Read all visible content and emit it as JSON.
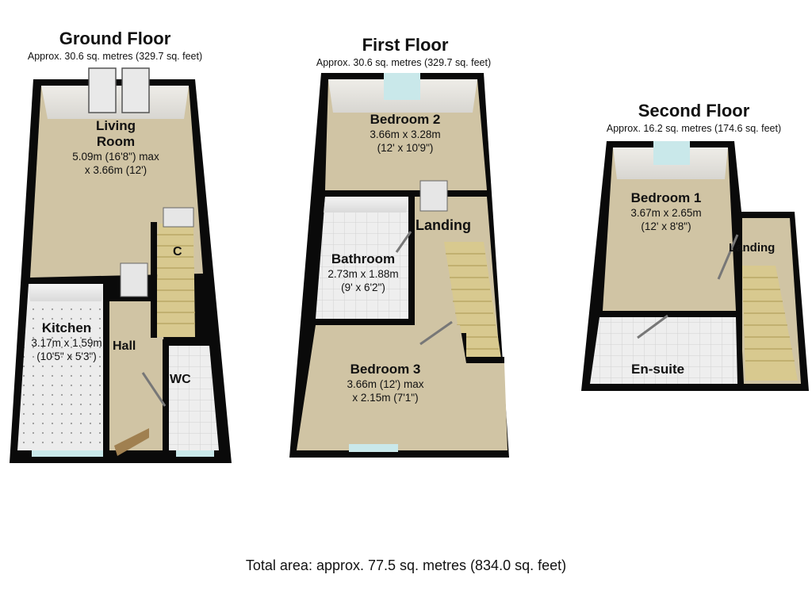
{
  "floors": {
    "ground": {
      "title": "Ground Floor",
      "area": "Approx. 30.6 sq. metres (329.7 sq. feet)",
      "rooms": {
        "living": {
          "name1": "Living",
          "name2": "Room",
          "dim1": "5.09m (16'8\") max",
          "dim2": "x 3.66m (12')"
        },
        "kitchen": {
          "name": "Kitchen",
          "dim1": "3.17m x 1.59m",
          "dim2": "(10'5\" x 5'3\")"
        },
        "hall": "Hall",
        "wc": "WC",
        "cupboard": "C"
      }
    },
    "first": {
      "title": "First Floor",
      "area": "Approx. 30.6 sq. metres (329.7 sq. feet)",
      "rooms": {
        "bedroom2": {
          "name": "Bedroom 2",
          "dim1": "3.66m x 3.28m",
          "dim2": "(12' x 10'9\")"
        },
        "bathroom": {
          "name": "Bathroom",
          "dim1": "2.73m x 1.88m",
          "dim2": "(9' x 6'2\")"
        },
        "landing": "Landing",
        "bedroom3": {
          "name": "Bedroom 3",
          "dim1": "3.66m (12') max",
          "dim2": "x 2.15m (7'1\")"
        }
      }
    },
    "second": {
      "title": "Second Floor",
      "area": "Approx. 16.2 sq. metres (174.6 sq. feet)",
      "rooms": {
        "bedroom1": {
          "name": "Bedroom 1",
          "dim1": "3.67m x 2.65m",
          "dim2": "(12' x 8'8\")"
        },
        "landing": "Landing",
        "ensuite": "En-suite"
      }
    }
  },
  "total": "Total area: approx. 77.5 sq. metres (834.0 sq. feet)",
  "colors": {
    "wall": "#0a0a0a",
    "carpet": "#cfc3a3",
    "tile": "#eaeaea",
    "stair": "#d8c98f",
    "window": "#c9e8ea"
  }
}
